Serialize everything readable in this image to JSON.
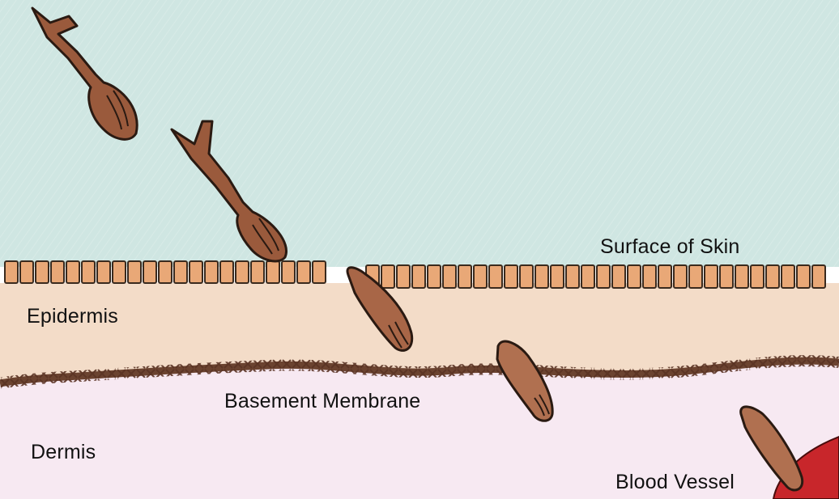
{
  "labels": {
    "surface_of_skin": "Surface of Skin",
    "epidermis": "Epidermis",
    "basement_membrane": "Basement Membrane",
    "dermis": "Dermis",
    "blood_vessel": "Blood Vessel"
  },
  "colors": {
    "above_skin": "#cfe6e2",
    "surface_cells": "#e9a877",
    "surface_cell_border": "#3a2a1e",
    "epidermis": "#f3dcc8",
    "basement_membrane": "#6b4330",
    "dermis": "#f7e9f2",
    "organism": "#9a5a3c",
    "organism_outline": "#2a1a12",
    "blood_vessel": "#c8262b"
  }
}
